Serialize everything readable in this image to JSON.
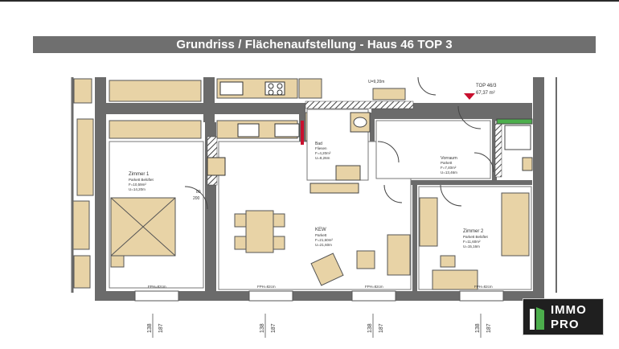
{
  "header": {
    "title": "Grundriss / Flächenaufstellung - Haus 46 TOP 3"
  },
  "unit": {
    "name": "TOP 46/3",
    "area": "67,37 m²"
  },
  "rooms": [
    {
      "name": "Zimmer 1",
      "floor": "Parkett Belüftet",
      "area": "F=10,59m²",
      "perimeter": "U=14,20m"
    },
    {
      "name": "Bad",
      "floor": "Fliesen",
      "area": "F=4,20m²",
      "perimeter": "U=8,26m"
    },
    {
      "name": "Vorraum",
      "floor": "Parkett",
      "area": "F=7,40m²",
      "perimeter": "U=13,46m"
    },
    {
      "name": "KEW",
      "floor": "Parkett",
      "area": "F=21,60m²",
      "perimeter": "U=21,60m"
    },
    {
      "name": "Zimmer 2",
      "floor": "Parkett Belüftet",
      "area": "F=11,60m²",
      "perimeter": "U=15,16m"
    }
  ],
  "top_label": "U=9,20m",
  "door": {
    "width": "80",
    "height": "200"
  },
  "window_labels": [
    "FPH=82cm",
    "FPH=82cm",
    "FPH=82cm",
    "FPH=82cm"
  ],
  "dimensions": [
    {
      "w": "138",
      "h": "187"
    },
    {
      "w": "138",
      "h": "187"
    },
    {
      "w": "138",
      "h": "187"
    },
    {
      "w": "138",
      "h": "187"
    }
  ],
  "brand": {
    "line1": "IMMO",
    "line2": "PRO",
    "accent": "#4cae4c"
  },
  "colors": {
    "title_bg": "#6f6f6f",
    "furniture": "#e8d3a6",
    "wall": "#6b6b6b"
  }
}
